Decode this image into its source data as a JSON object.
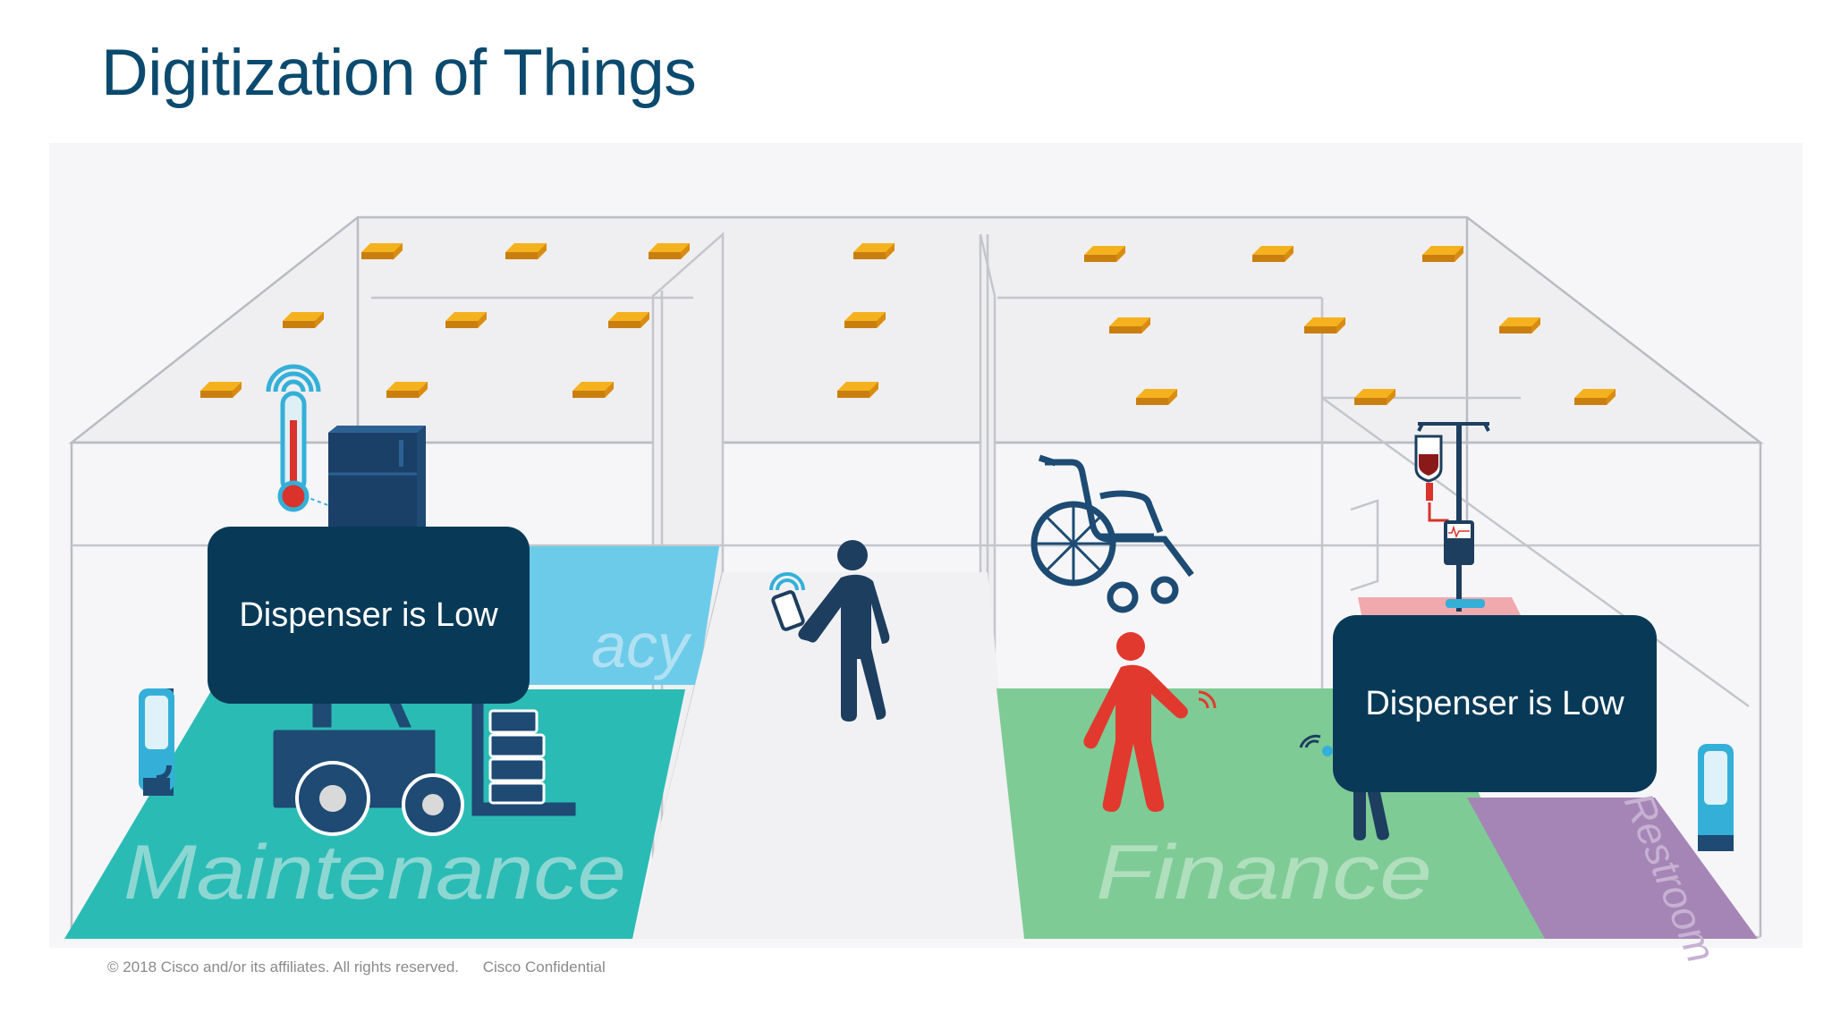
{
  "slide": {
    "title": "Digitization of Things",
    "footer": {
      "copyright": "© 2018  Cisco  and/or its affiliates. All rights reserved.",
      "confidential": "Cisco Confidential"
    }
  },
  "zones": {
    "maintenance": "Maintenance",
    "pharmacy": "acy",
    "finance": "Finance",
    "restroom": "Restroom"
  },
  "callouts": {
    "left": "Dispenser is Low",
    "right": "Dispenser is Low"
  },
  "colors": {
    "title": "#0b4a6e",
    "callout_bg": "#083a57",
    "maintenance_floor": "#2bbbb5",
    "pharmacy_floor": "#6dcbea",
    "finance_floor": "#7ecb96",
    "restroom_floor": "#a585b6",
    "ceiling_light": "#f5b21f",
    "figure_dark": "#1d3e5f",
    "figure_alert": "#e2392e"
  },
  "icons": [
    "ceiling-light-icon",
    "thermometer-icon",
    "refrigerator-icon",
    "forklift-icon",
    "soap-dispenser-icon",
    "person-with-tablet-icon",
    "wheelchair-icon",
    "person-alert-icon",
    "iv-pole-icon",
    "wifi-signal-icon"
  ]
}
